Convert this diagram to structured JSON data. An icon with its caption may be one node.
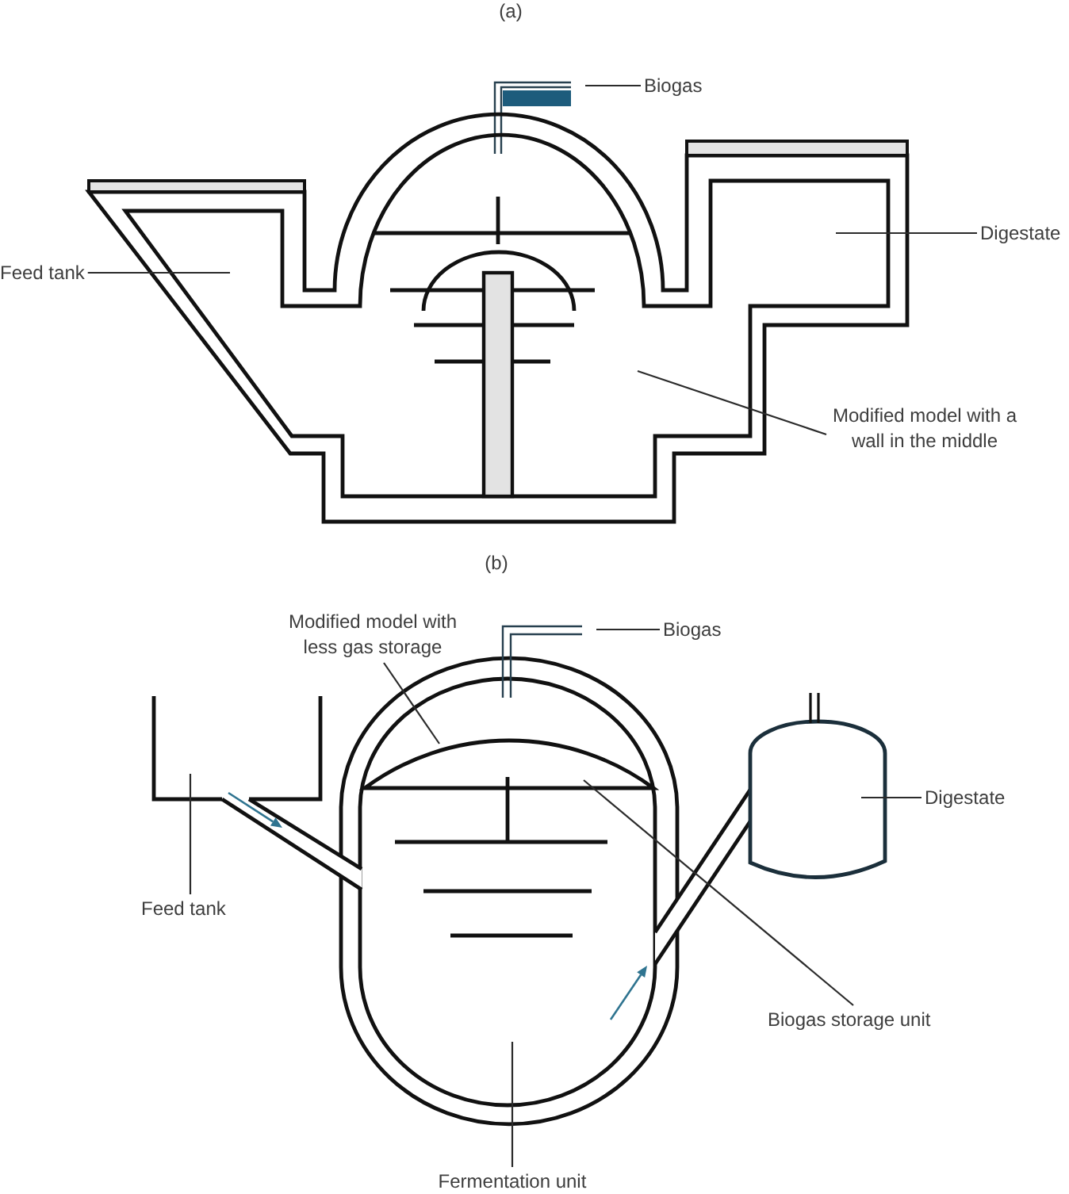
{
  "diagram": {
    "nodes": [
      {
        "text": [
          "Biogas"
        ]
      },
      {
        "text": [
          "Feed tank"
        ]
      },
      {
        "text": [
          "Digestate"
        ]
      },
      {
        "text": [
          "Modified model with a wall in the middle"
        ]
      },
      {
        "text": [
          "Modified model with less gas storage"
        ]
      },
      {
        "text": [
          "Biogas"
        ]
      },
      {
        "text": [
          "Digestate"
        ]
      },
      {
        "text": [
          "Feed tank"
        ]
      },
      {
        "text": [
          "Biogas storage unit"
        ]
      },
      {
        "text": [
          "Fermentation unit"
        ]
      }
    ],
    "edges": [
      {
        "from": 0,
        "to": null,
        "arrow": "none"
      },
      {
        "from": 1,
        "to": null,
        "arrow": "none"
      },
      {
        "from": 2,
        "to": null,
        "arrow": "none"
      },
      {
        "from": 3,
        "to": null,
        "arrow": "none"
      },
      {
        "from": 4,
        "to": null,
        "arrow": "none"
      },
      {
        "from": 5,
        "to": null,
        "arrow": "none"
      },
      {
        "from": 6,
        "to": null,
        "arrow": "none"
      },
      {
        "from": 7,
        "to": null,
        "arrow": "none"
      },
      {
        "from": 8,
        "to": null,
        "arrow": "none"
      },
      {
        "from": 9,
        "to": null,
        "arrow": "none"
      }
    ],
    "labels": [
      "(a)",
      "(b)"
    ]
  }
}
